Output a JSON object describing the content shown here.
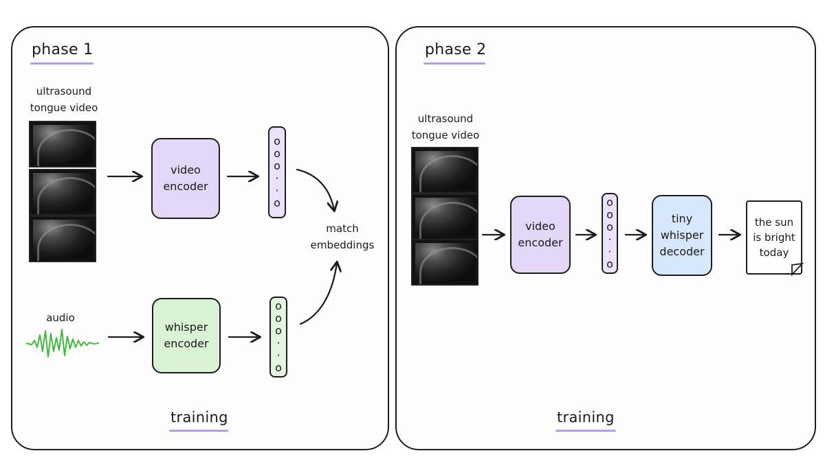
{
  "phase1": {
    "title": "phase 1",
    "video_label": "ultrasound\ntongue video",
    "video_encoder": "video\nencoder",
    "audio_label": "audio",
    "whisper_encoder": "whisper\nencoder",
    "match_label": "match\nembeddings",
    "footer": "training"
  },
  "phase2": {
    "title": "phase 2",
    "video_label": "ultrasound\ntongue video",
    "video_encoder": "video\nencoder",
    "decoder": "tiny\nwhisper\ndecoder",
    "output_text": "the sun\nis bright\ntoday",
    "footer": "training"
  },
  "colors": {
    "underline": "#b79be6",
    "encoder_purple": "#e3d6f7",
    "encoder_green": "#d9f2d4",
    "decoder_blue": "#d6e6fb",
    "waveform": "#3fb93f"
  }
}
